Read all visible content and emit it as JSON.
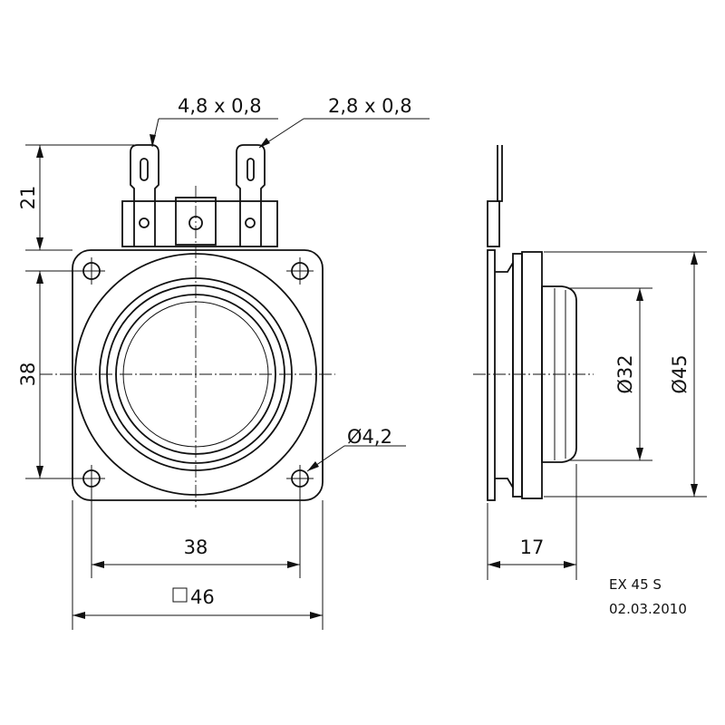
{
  "labels": {
    "tab_wide": "4,8 x 0,8",
    "tab_narrow": "2,8 x 0,8",
    "terminal_height": "21",
    "hole_spacing_v": "38",
    "hole_spacing_h": "38",
    "frame_size": "46",
    "hole_dia": "Ø4,2",
    "inner_dia": "Ø32",
    "outer_dia": "Ø45",
    "depth": "17"
  },
  "titleblock": {
    "model": "EX 45 S",
    "date": "02.03.2010"
  }
}
